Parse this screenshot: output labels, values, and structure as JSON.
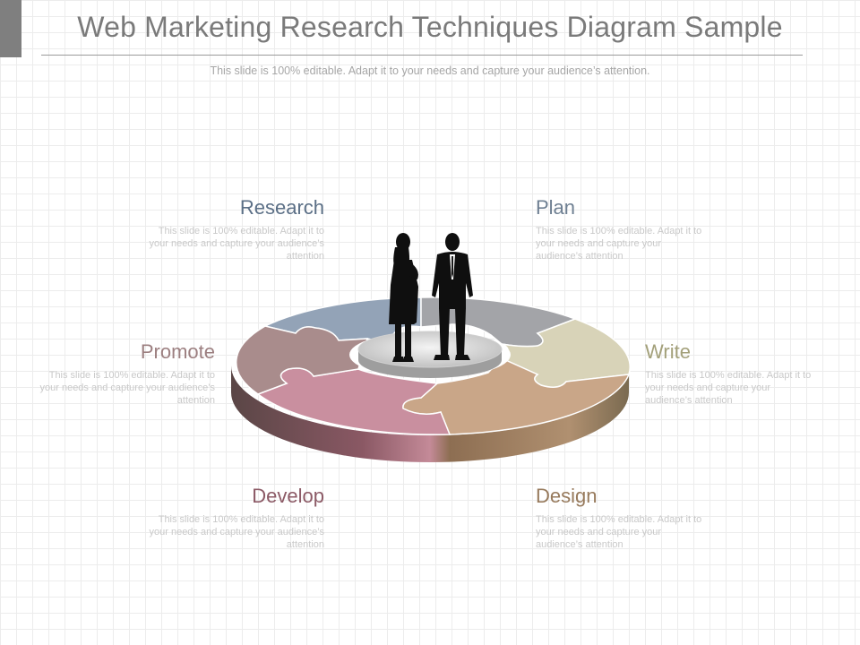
{
  "title": "Web Marketing Research Techniques Diagram Sample",
  "subtitle": "This slide is 100% editable. Adapt it to your needs and capture your audience’s attention.",
  "segments": [
    {
      "key": "research",
      "title": "Research",
      "desc": "This slide is 100% editable. Adapt it to your needs and capture your audience’s attention",
      "color": "#5b6f86"
    },
    {
      "key": "plan",
      "title": "Plan",
      "desc": "This slide is 100% editable. Adapt it to your needs and capture your audience’s attention",
      "color": "#6e7f92"
    },
    {
      "key": "promote",
      "title": "Promote",
      "desc": "This slide is 100% editable. Adapt it to your needs and capture your audience’s attention",
      "color": "#9c7f80"
    },
    {
      "key": "write",
      "title": "Write",
      "desc": "This slide is 100% editable. Adapt it to your needs and capture your audience’s attention",
      "color": "#a3a07a"
    },
    {
      "key": "develop",
      "title": "Develop",
      "desc": "This slide is 100% editable. Adapt it to your needs and capture your audience’s attention",
      "color": "#8c5a66"
    },
    {
      "key": "design",
      "title": "Design",
      "desc": "This slide is 100% editable. Adapt it to your needs and capture your audience’s attention",
      "color": "#977a5c"
    }
  ],
  "puzzle_colors": {
    "research": "#93a3b7",
    "plan": "#a3a4a8",
    "write": "#d8d3b8",
    "design": "#c9a688",
    "develop": "#c98f9f",
    "promote": "#a98c8c"
  }
}
